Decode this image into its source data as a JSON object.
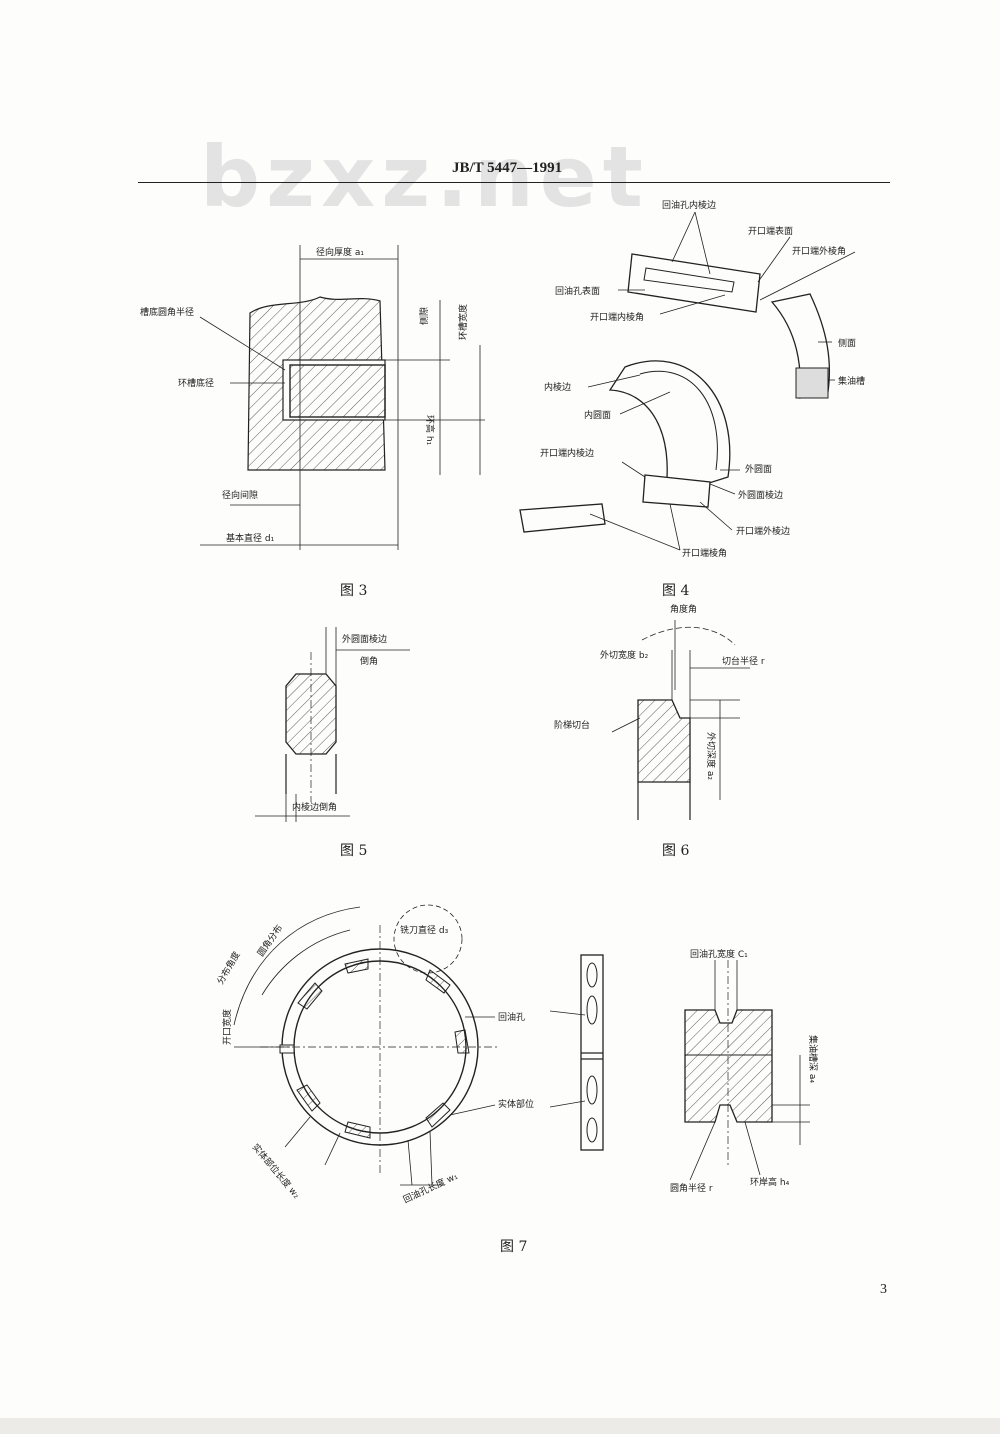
{
  "header": {
    "watermark": "bzxz.net",
    "standard_number": "JB/T 5447—1991"
  },
  "fig3": {
    "caption": "图 3",
    "labels": {
      "axial_thickness": "径向厚度 a₁",
      "groove_corner_radius": "槽底圆角半径",
      "groove_bottom_diameter": "环槽底径",
      "radial_clearance": "径向间隙",
      "basic_diameter": "基本直径 d₁",
      "side_clearance": "侧隙",
      "groove_width": "环槽宽度",
      "ring_height": "环高 h₁"
    }
  },
  "fig4": {
    "caption": "图 4",
    "labels": {
      "oil_hole_inner_edge": "回油孔内棱边",
      "gap_surface": "开口端表面",
      "gap_outer_edge_angle": "开口端外棱角",
      "oil_hole_surface": "回油孔表面",
      "gap_concave_edge": "开口端内棱角",
      "side_face": "侧面",
      "oil_groove": "集油槽",
      "inner_edge": "内棱边",
      "inner_surface": "内圆面",
      "gap_inner_edge": "开口端内棱边",
      "outer_surface": "外圆面",
      "outer_edge": "外圆面棱边",
      "gap_outer_edge": "开口端外棱边",
      "gap_corner": "开口端棱角"
    }
  },
  "fig5": {
    "caption": "图 5",
    "labels": {
      "outer_edge": "外圆面棱边",
      "chamfer": "倒角",
      "inner_edge_chamfer": "内棱边倒角"
    }
  },
  "fig6": {
    "caption": "图 6",
    "labels": {
      "cut_angle": "角度角",
      "outer_cut_width": "外切宽度 b₂",
      "cut_radius": "切台半径 r",
      "step_cut": "阶梯切台",
      "outer_cut_depth": "外切深度 a₂"
    }
  },
  "fig7": {
    "caption": "图 7",
    "labels": {
      "distribution_angle": "分布角度",
      "corner_distribution": "圆角分布",
      "cutter_diameter": "铣刀直径 d₃",
      "gap_position": "开口宽度",
      "oil_hole": "回油孔",
      "solid_part": "实体部位",
      "solid_length": "实体部位长度 w₂",
      "oil_hole_length": "回油孔长度 w₁",
      "oil_hole_width": "回油孔宽度 C₁",
      "oil_groove_depth": "集油槽深 a₄",
      "corner_radius": "圆角半径 r",
      "land_height": "环岸高 h₄"
    }
  },
  "footer": {
    "page_number": "3"
  }
}
